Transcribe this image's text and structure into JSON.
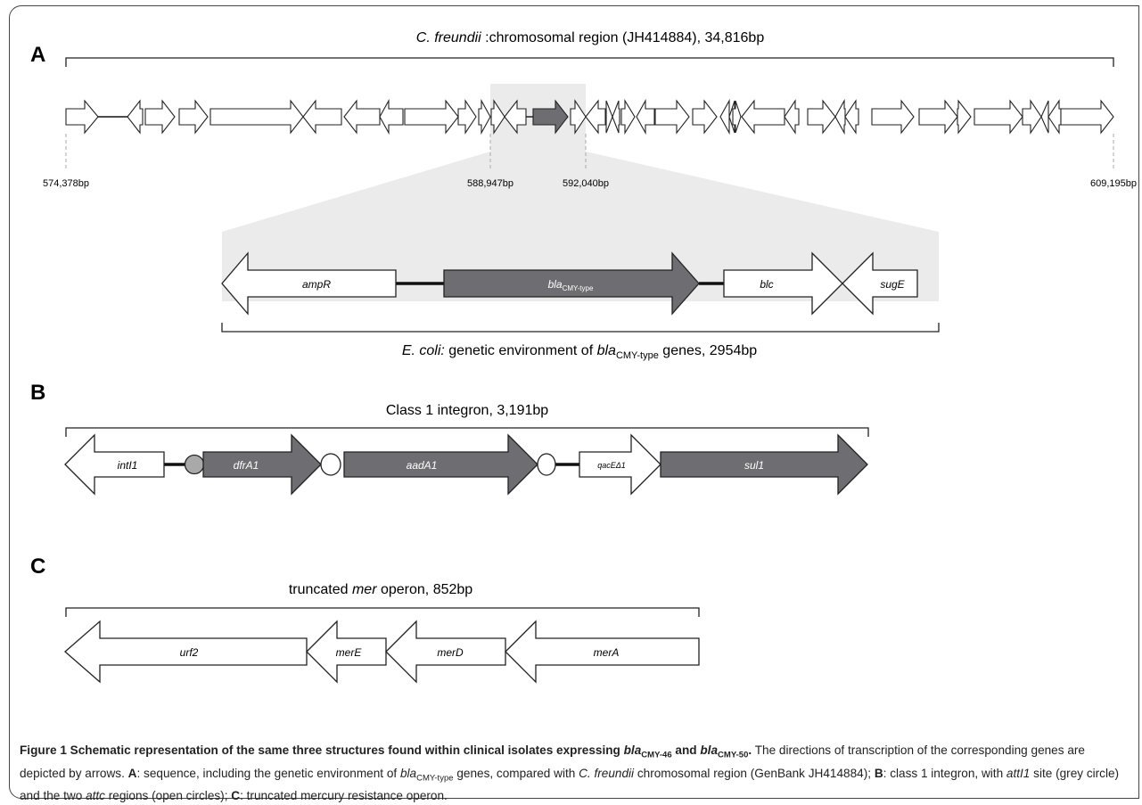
{
  "colors": {
    "gene_dark": "#6e6e72",
    "gene_light": "#ffffff",
    "stroke": "#222222",
    "highlight": "#ebebeb",
    "grey_circle": "#a9a9a9",
    "tick_line": "#aaaaaa"
  },
  "panel_a": {
    "letter": "A",
    "title_italic": "C. freundii",
    "title_rest": " :chromosomal region (JH414884), 34,816bp",
    "positions": [
      "574,378bp",
      "588,947bp",
      "592,040bp",
      "609,195bp"
    ],
    "zoom_genes": [
      {
        "name": "ampR",
        "italic": true,
        "direction": "left",
        "fill": "light"
      },
      {
        "name": "bla",
        "sub": "CMY-type",
        "italic": true,
        "direction": "right",
        "fill": "dark"
      },
      {
        "name": "blc",
        "italic": true,
        "direction": "right",
        "fill": "light"
      },
      {
        "name": "sugE",
        "italic": true,
        "direction": "left",
        "fill": "light"
      }
    ],
    "subtitle_italic": "E. coli:",
    "subtitle_mid": " genetic environment of ",
    "subtitle_gene": "bla",
    "subtitle_sub": "CMY-type",
    "subtitle_rest": " genes, 2954bp"
  },
  "panel_b": {
    "letter": "B",
    "title": "Class 1 integron, 3,191bp",
    "genes": [
      {
        "name": "intI1",
        "direction": "left",
        "fill": "light"
      },
      {
        "name": "dfrA1",
        "direction": "right",
        "fill": "dark"
      },
      {
        "name": "aadA1",
        "direction": "right",
        "fill": "dark"
      },
      {
        "name": "qacEΔ1",
        "direction": "right",
        "fill": "light"
      },
      {
        "name": "sul1",
        "direction": "right",
        "fill": "dark"
      }
    ]
  },
  "panel_c": {
    "letter": "C",
    "title_pre": "truncated ",
    "title_italic": "mer",
    "title_rest": " operon, 852bp",
    "genes": [
      {
        "name": "urf2",
        "direction": "left"
      },
      {
        "name": "merE",
        "direction": "left"
      },
      {
        "name": "merD",
        "direction": "left"
      },
      {
        "name": "merA",
        "direction": "left"
      }
    ]
  },
  "caption": {
    "title_a": "Figure 1 Schematic representation of the same three structures found within clinical isolates expressing ",
    "gene1": "bla",
    "gene1_sub": "CMY-46",
    "and": " and ",
    "gene2": "bla",
    "gene2_sub": "CMY-50",
    "period": ".",
    "body1": " The directions of transcription of the corresponding genes are depicted by arrows. ",
    "label_a": "A",
    "body2": ": sequence, including the genetic environment of ",
    "gene3": "bla",
    "gene3_sub": "CMY-type",
    "body3": " genes, compared with ",
    "species": "C. freundii",
    "body4": " chromosomal region (GenBank JH414884); ",
    "label_b": "B",
    "body5": ": class 1 integron, with ",
    "site1": "attI1",
    "body6": " site (grey circle) and the two ",
    "site2": "attc",
    "body7": " regions (open circles); ",
    "label_c": "C",
    "body8": ": truncated mercury resistance operon."
  }
}
